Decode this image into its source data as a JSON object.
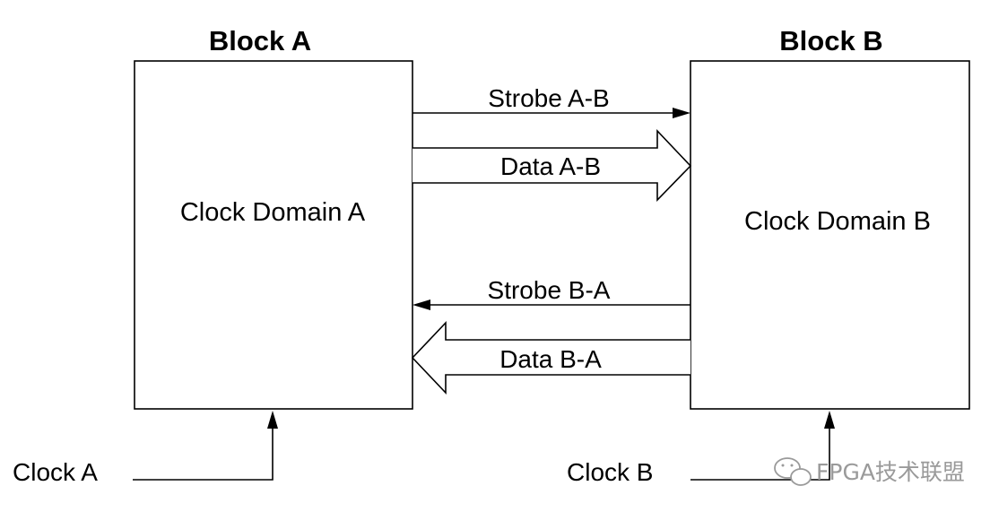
{
  "blocks": {
    "a": {
      "title": "Block A",
      "domain": "Clock Domain A",
      "clock": "Clock A"
    },
    "b": {
      "title": "Block B",
      "domain": "Clock Domain B",
      "clock": "Clock B"
    }
  },
  "signals": {
    "strobe_ab": "Strobe A-B",
    "data_ab": "Data A-B",
    "strobe_ba": "Strobe B-A",
    "data_ba": "Data B-A"
  },
  "watermark": {
    "text": "FPGA技术联盟",
    "icon": "wechat-icon"
  },
  "colors": {
    "stroke": "#000000",
    "watermark": "#9a9a9a"
  }
}
